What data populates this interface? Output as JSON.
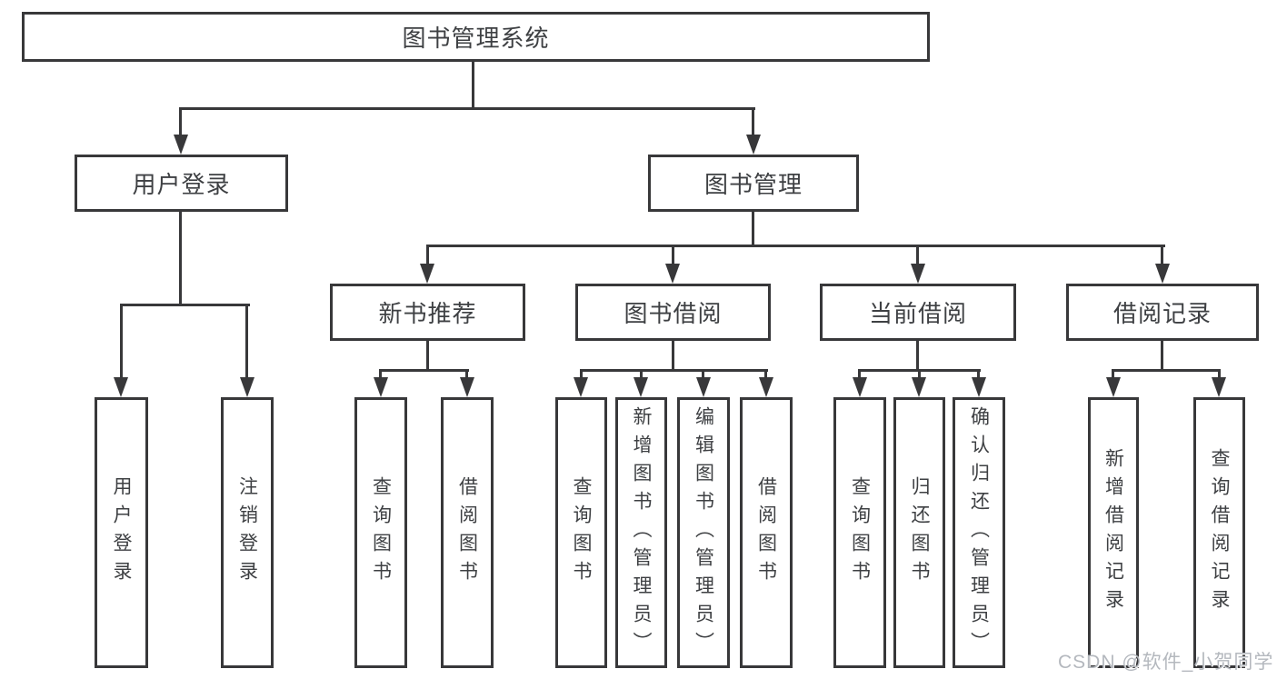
{
  "diagram": {
    "type": "tree",
    "title": "图书管理系统"
  },
  "nodes": {
    "root": "图书管理系统",
    "login": "用户登录",
    "mgmt": "图书管理",
    "newbook": "新书推荐",
    "borrow": "图书借阅",
    "current": "当前借阅",
    "records": "借阅记录",
    "login_children": [
      "用户登录",
      "注销登录"
    ],
    "newbook_children": [
      "查询图书",
      "借阅图书"
    ],
    "borrow_children": [
      "查询图书",
      "新增图书（管理员）",
      "编辑图书（管理员）",
      "借阅图书"
    ],
    "current_children": [
      "查询图书",
      "归还图书",
      "确认归还（管理员）"
    ],
    "records_children": [
      "新增借阅记录",
      "查询借阅记录"
    ]
  },
  "watermark": "CSDN @软件_小贺同学",
  "colors": {
    "background": "#ffffff",
    "line": "#38383a",
    "text": "#3e4043",
    "watermark": "#b4b8be"
  }
}
